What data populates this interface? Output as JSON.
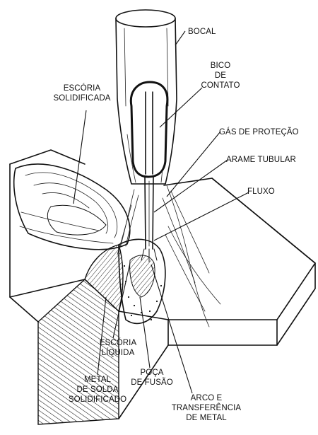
{
  "labels": {
    "bocal": "BOCAL",
    "bico_de_contato": "BICO\nDE\nCONTATO",
    "escoria_solidificada": "ESCÓRIA\nSOLIDIFICADA",
    "gas_de_protecao": "GÁS DE PROTEÇÃO",
    "arame_tubular": "ARAME TUBULAR",
    "fluxo": "FLUXO",
    "escoria_liquida": "ESCÓRIA\nLÍQUIDA",
    "metal_de_solda": "METAL\nDE SOLDA\nSOLIDIFICADO",
    "poca_de_fusao": "POÇA\nDE FUSÃO",
    "arco_e_transferencia": "ARCO E\nTRANSFERÊNCIA\nDE METAL"
  }
}
